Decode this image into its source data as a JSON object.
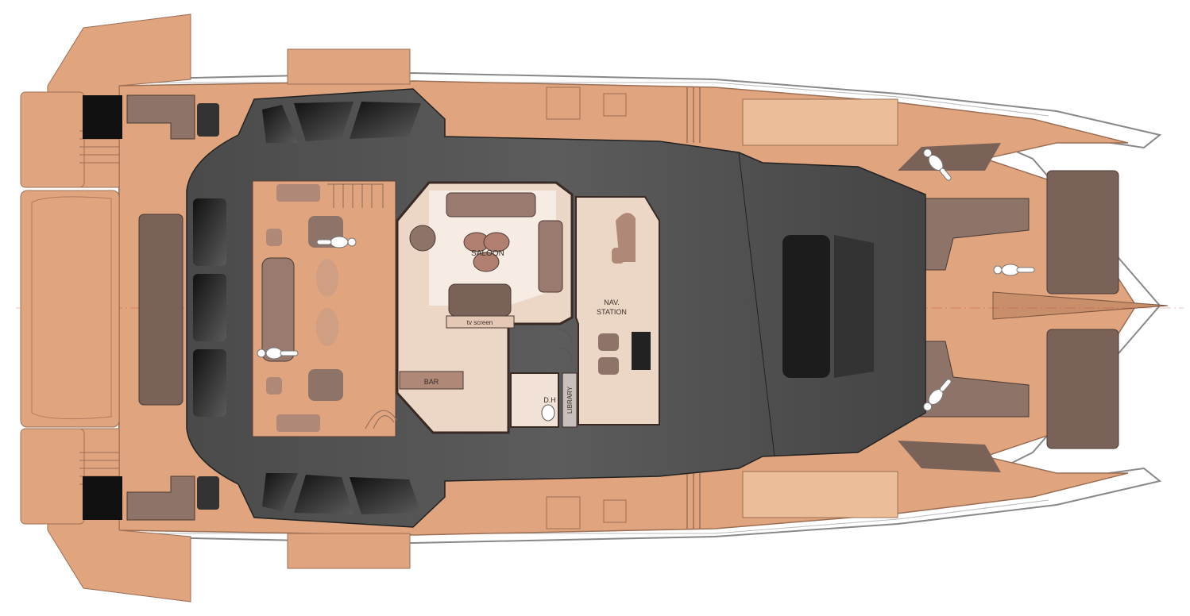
{
  "plan": {
    "labels": {
      "saloon": "SALOON",
      "tv_screen": "tv screen",
      "nav_station_line1": "NAV.",
      "nav_station_line2": "STATION",
      "bar": "BAR",
      "dh": "D.H",
      "library": "LIBRARY"
    },
    "colors": {
      "deck": "#e0a57f",
      "deck_light": "#ebbd99",
      "roof": "#505050",
      "roof_dark": "#3e3e3e",
      "interior": "#ecd6c6",
      "interior_light": "#f7ece4",
      "furniture": "#b08878",
      "cushion": "#6f5b52",
      "window": "#222222",
      "hull_line": "#8a8a8a"
    }
  }
}
